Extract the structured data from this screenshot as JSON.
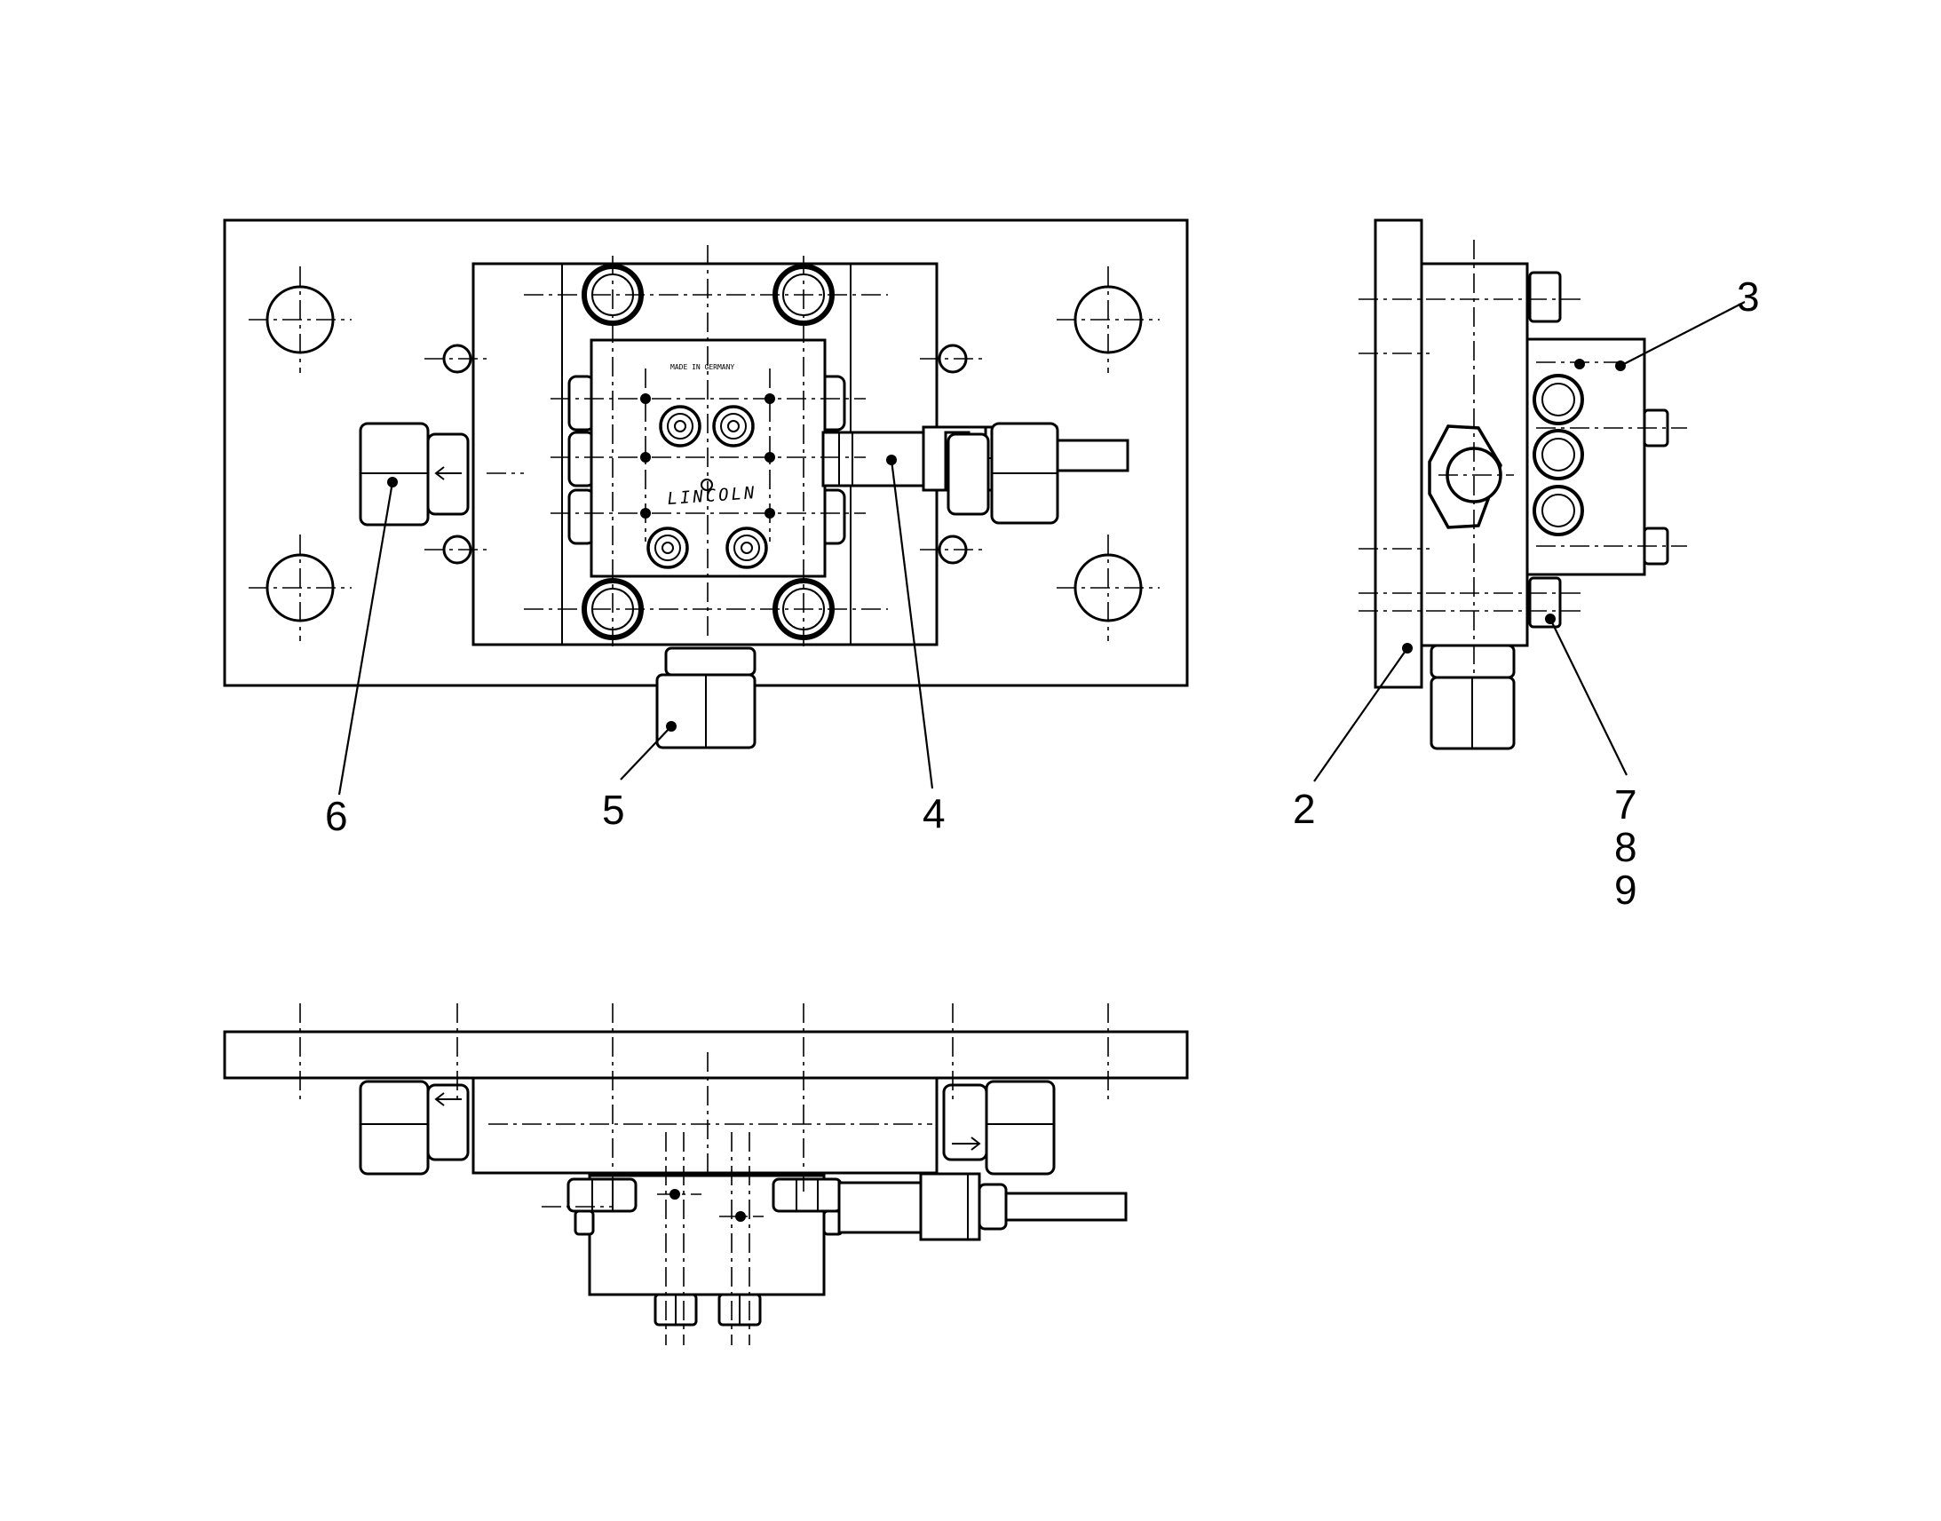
{
  "drawing": {
    "nameplate_brand": "LINCOLN",
    "nameplate_small": "MADE IN GERMANY"
  },
  "callouts": {
    "item_2": "2",
    "item_3": "3",
    "item_4": "4",
    "item_5": "5",
    "item_6": "6",
    "item_7": "7",
    "item_8": "8",
    "item_9": "9"
  },
  "icons": {
    "flow_arrow_left": "flow-arrow-left-icon",
    "flow_arrow_right": "flow-arrow-right-icon"
  }
}
